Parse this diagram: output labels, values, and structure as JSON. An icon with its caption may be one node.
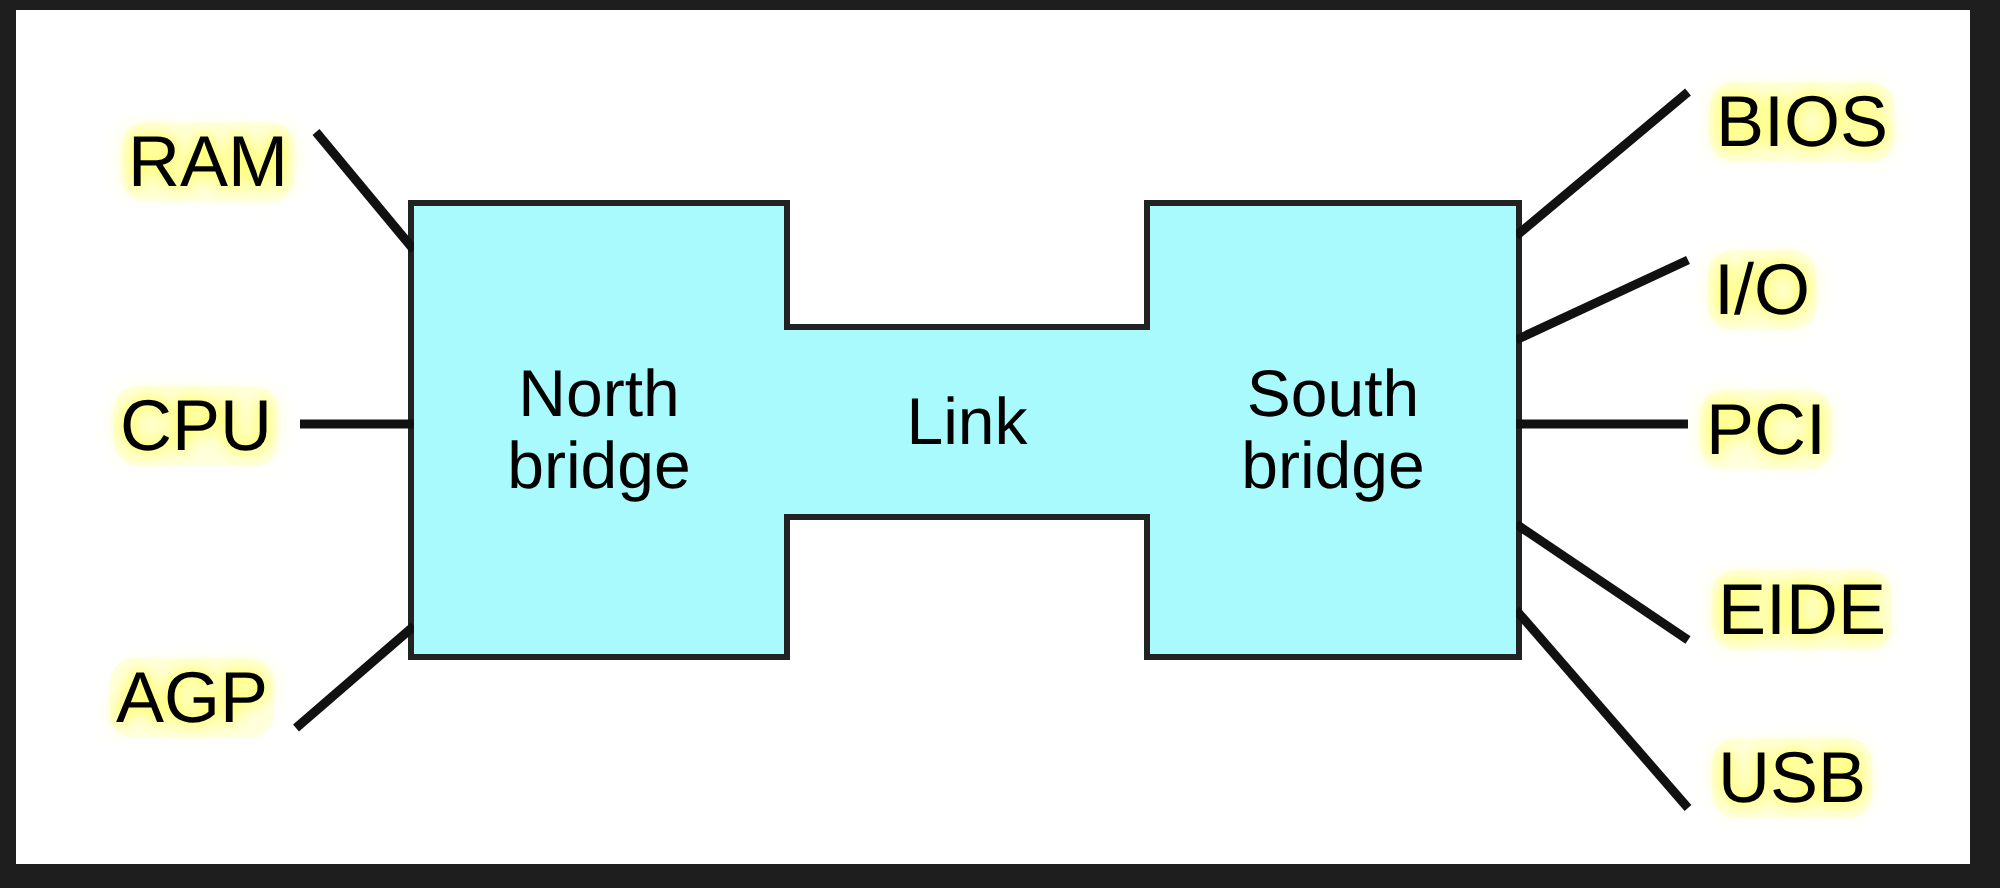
{
  "diagram": {
    "nodes": [
      {
        "text": [
          "North bridge"
        ]
      },
      {
        "text": [
          "Link"
        ]
      },
      {
        "text": [
          "South bridge"
        ]
      },
      {
        "text": [
          "RAM"
        ]
      },
      {
        "text": [
          "CPU"
        ]
      },
      {
        "text": [
          "AGP"
        ]
      },
      {
        "text": [
          "BIOS"
        ]
      },
      {
        "text": [
          "I/O"
        ]
      },
      {
        "text": [
          "PCI"
        ]
      },
      {
        "text": [
          "EIDE"
        ]
      },
      {
        "text": [
          "USB"
        ]
      }
    ],
    "edges": [
      {
        "from": 3,
        "to": 0,
        "arrow": "none"
      },
      {
        "from": 4,
        "to": 0,
        "arrow": "none"
      },
      {
        "from": 5,
        "to": 0,
        "arrow": "none"
      },
      {
        "from": 2,
        "to": 6,
        "arrow": "none"
      },
      {
        "from": 2,
        "to": 7,
        "arrow": "none"
      },
      {
        "from": 2,
        "to": 8,
        "arrow": "none"
      },
      {
        "from": 2,
        "to": 9,
        "arrow": "none"
      },
      {
        "from": 2,
        "to": 10,
        "arrow": "none"
      }
    ]
  }
}
